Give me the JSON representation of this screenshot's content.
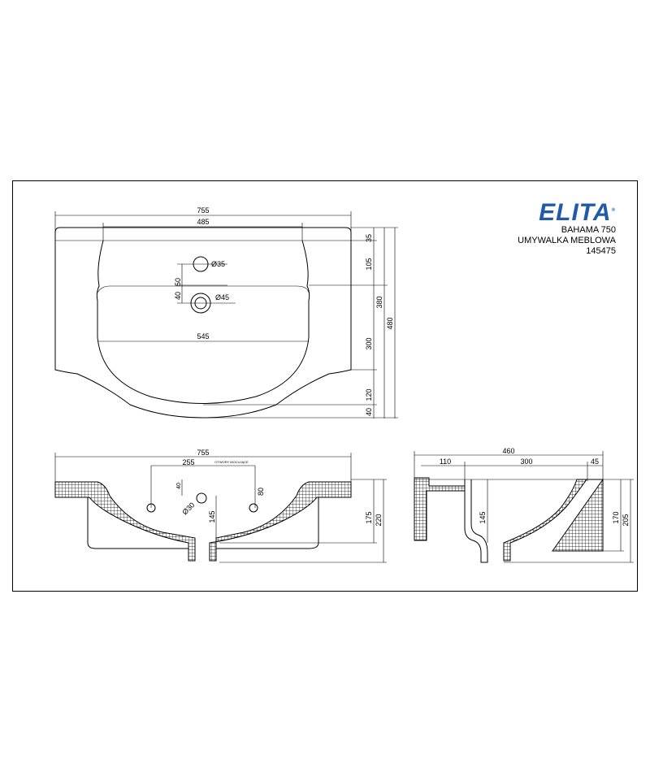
{
  "brand": {
    "logo": "ELITA",
    "trademark": "®",
    "color": "#1f5ba8"
  },
  "product": {
    "model": "BAHAMA 750",
    "type": "UMYWALKA MEBLOWA",
    "code": "145475"
  },
  "top_view": {
    "overall_width": "755",
    "inner_width": "485",
    "bowl_width": "545",
    "tap_hole": "Ø35",
    "drain_hole": "Ø45",
    "offset_50": "50",
    "offset_40": "40",
    "right_35": "35",
    "right_105": "105",
    "right_300": "300",
    "right_120": "120",
    "right_40": "40",
    "right_380": "380",
    "right_480": "480"
  },
  "front_view": {
    "overall_width": "755",
    "hole_spacing": "255",
    "hole_note": "OTWORY MOCUJĄCE",
    "dim_40": "40",
    "dim_80": "80",
    "overflow": "Ø30",
    "dim_145": "145",
    "dim_175": "175",
    "dim_220": "220"
  },
  "side_view": {
    "overall_depth": "460",
    "dim_110": "110",
    "dim_300": "300",
    "dim_45": "45",
    "dim_145": "145",
    "dim_170": "170",
    "dim_205": "205"
  }
}
